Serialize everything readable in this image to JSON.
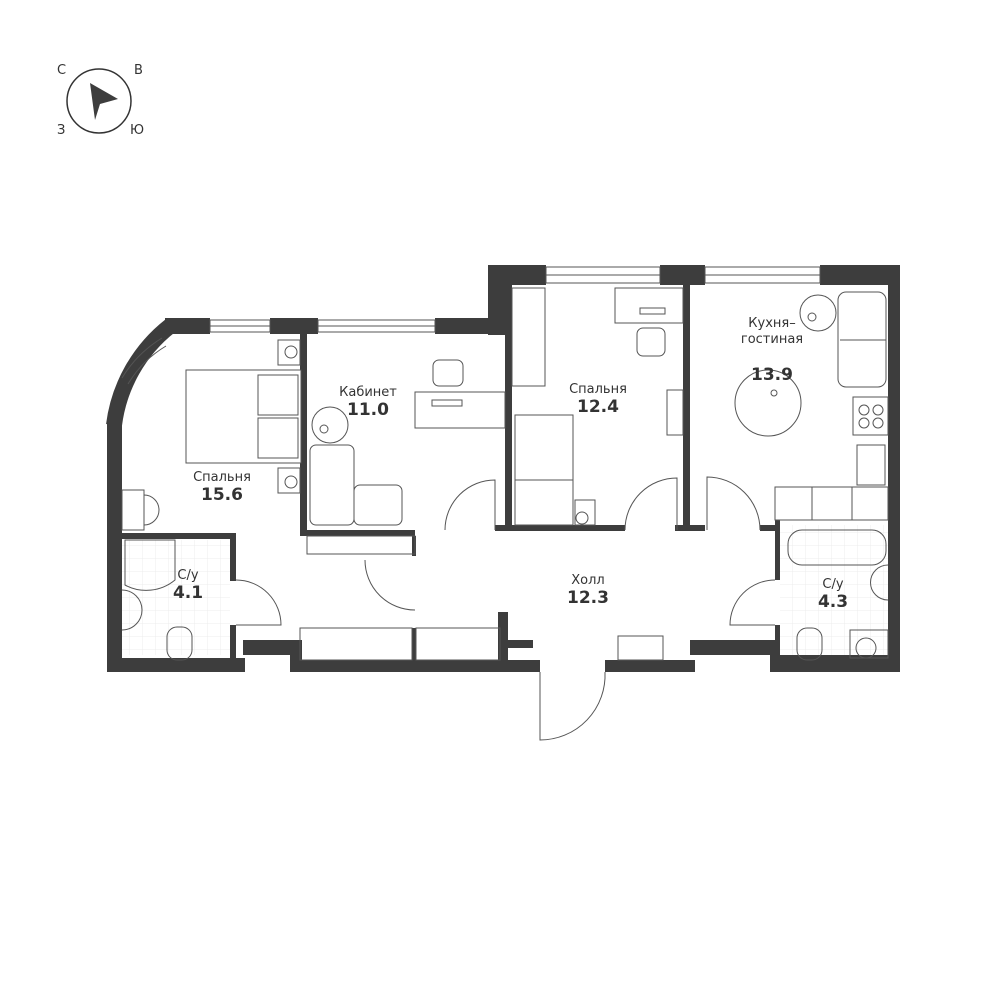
{
  "compass": {
    "north": "С",
    "east": "В",
    "south": "Ю",
    "west": "З",
    "icon": "compass-arrow-icon"
  },
  "rooms": [
    {
      "id": "bedroom-1",
      "name": "Спальня",
      "area": "15.6"
    },
    {
      "id": "study",
      "name": "Кабинет",
      "area": "11.0"
    },
    {
      "id": "bedroom-2",
      "name": "Спальня",
      "area": "12.4"
    },
    {
      "id": "kitchen-living",
      "name": "Кухня–\nгостиная",
      "area": "13.9"
    },
    {
      "id": "hall",
      "name": "Холл",
      "area": "12.3"
    },
    {
      "id": "bathroom-1",
      "name": "С/у",
      "area": "4.1"
    },
    {
      "id": "bathroom-2",
      "name": "С/у",
      "area": "4.3"
    }
  ],
  "colors": {
    "wall": "#3d3d3d",
    "furniture": "#555555",
    "tile": "#ececec"
  }
}
